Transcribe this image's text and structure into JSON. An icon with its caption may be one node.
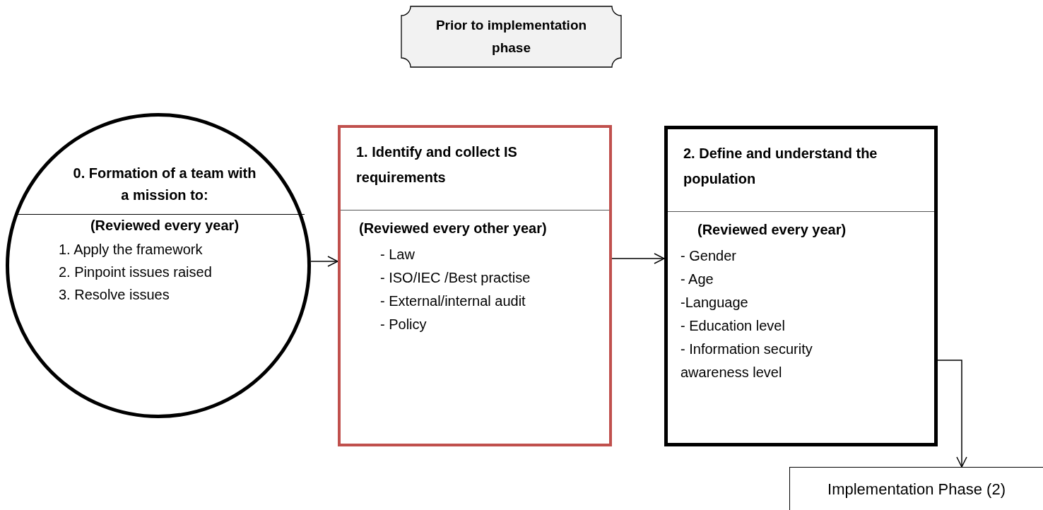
{
  "diagram": {
    "nodes": [
      {
        "text": [
          "Prior to implementation phase"
        ]
      },
      {
        "text": [
          "0. Formation of a team with a mission to:",
          "(Reviewed every year)",
          "1. Apply the framework",
          "2. Pinpoint issues raised",
          "3. Resolve issues"
        ]
      },
      {
        "text": [
          "1. Identify and collect IS requirements",
          "(Reviewed every other year)",
          "- Law",
          "- ISO/IEC /Best practise",
          "- External/internal audit",
          "- Policy"
        ]
      },
      {
        "text": [
          "2. Define and understand the population",
          "(Reviewed every year)",
          "- Gender",
          "- Age",
          "-Language",
          "- Education level",
          "- Information security awareness level"
        ]
      },
      {
        "text": [
          "Implementation Phase (2)"
        ]
      }
    ],
    "edges": [
      {
        "from": 1,
        "to": 2,
        "arrow": "to"
      },
      {
        "from": 2,
        "to": 3,
        "arrow": "to"
      },
      {
        "from": 3,
        "to": 4,
        "arrow": "to"
      }
    ]
  }
}
